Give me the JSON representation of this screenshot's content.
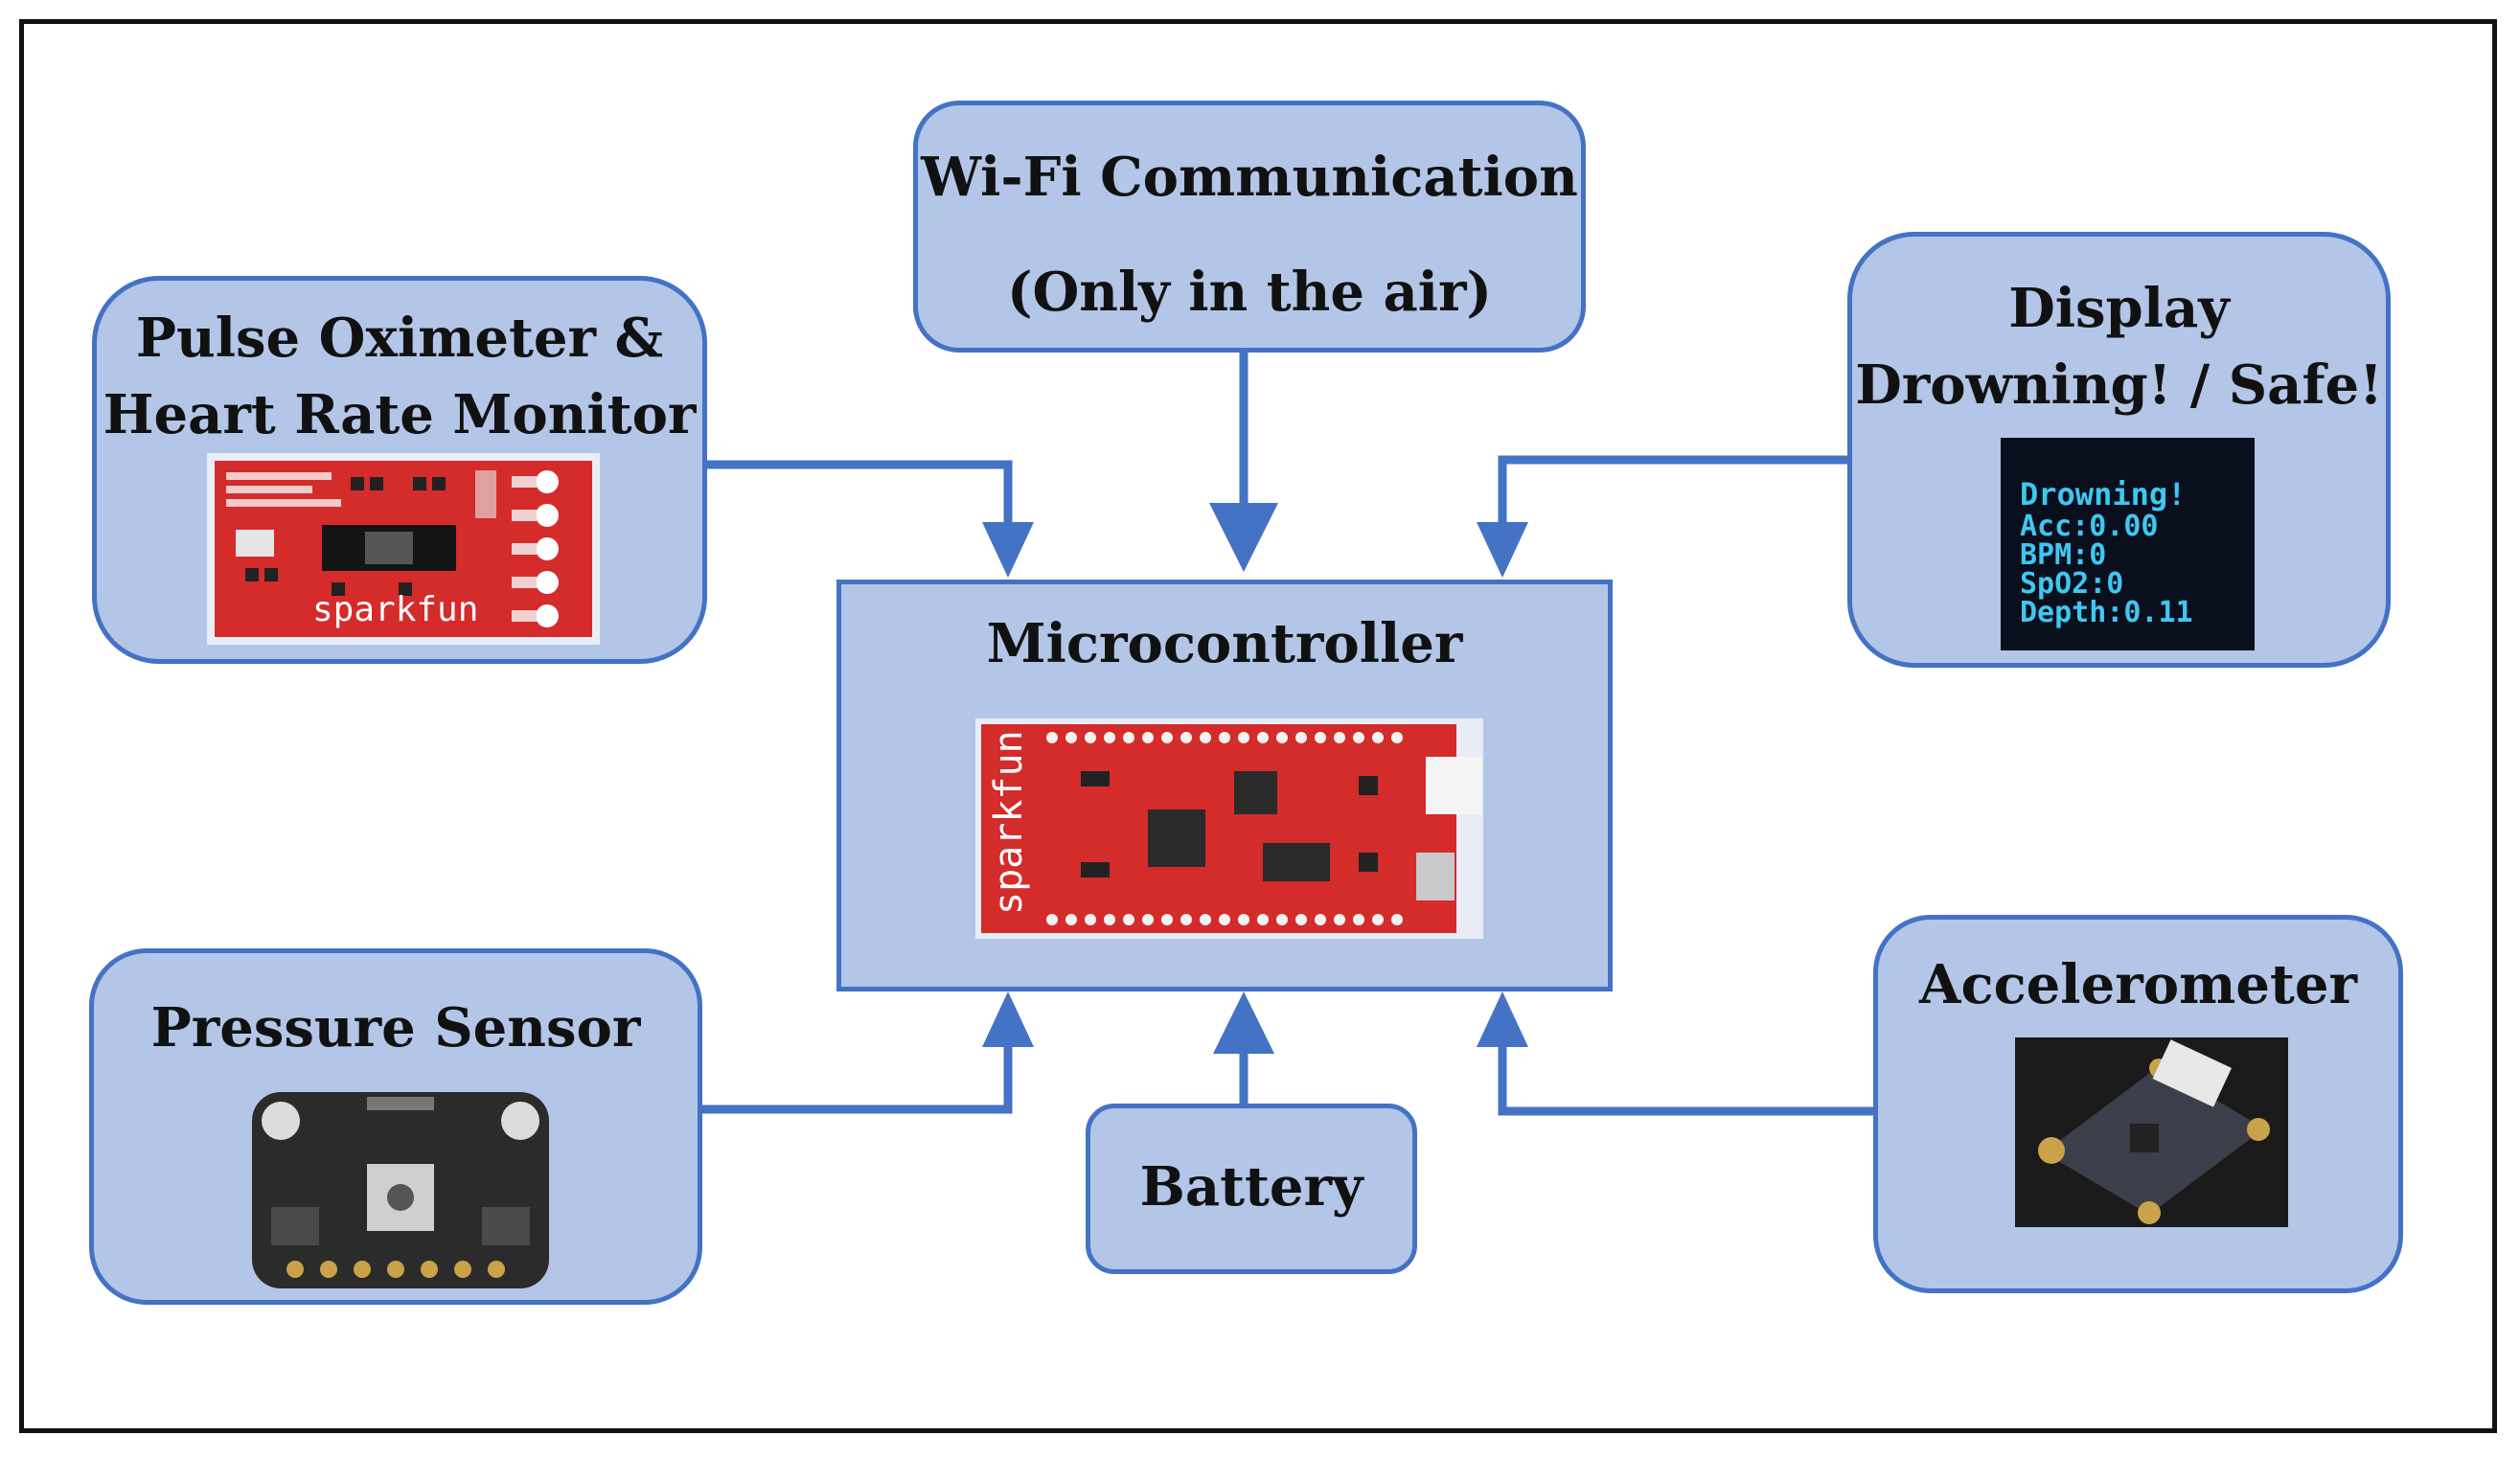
{
  "nodes": {
    "wifi": {
      "line1": "Wi-Fi Communication",
      "line2": "(Only in the air)"
    },
    "pulse": {
      "line1": "Pulse Oximeter &",
      "line2": "Heart Rate Monitor"
    },
    "display": {
      "line1": "Display",
      "line2": "Drowning! / Safe!",
      "screen_lines": [
        "Drowning!",
        "Acc:0.00",
        "BPM:0",
        "SpO2:0",
        "Depth:0.11"
      ]
    },
    "microcontroller": {
      "label": "Microcontroller"
    },
    "pressure": {
      "label": "Pressure Sensor"
    },
    "battery": {
      "label": "Battery"
    },
    "accelerometer": {
      "label": "Accelerometer"
    }
  },
  "colors": {
    "box_fill": "#b3c6e7",
    "box_border": "#4472c4",
    "arrow": "#4472c4",
    "board_red": "#d42b2b",
    "screen_bg": "#0a0f1e",
    "screen_text": "#3ec8f0"
  }
}
